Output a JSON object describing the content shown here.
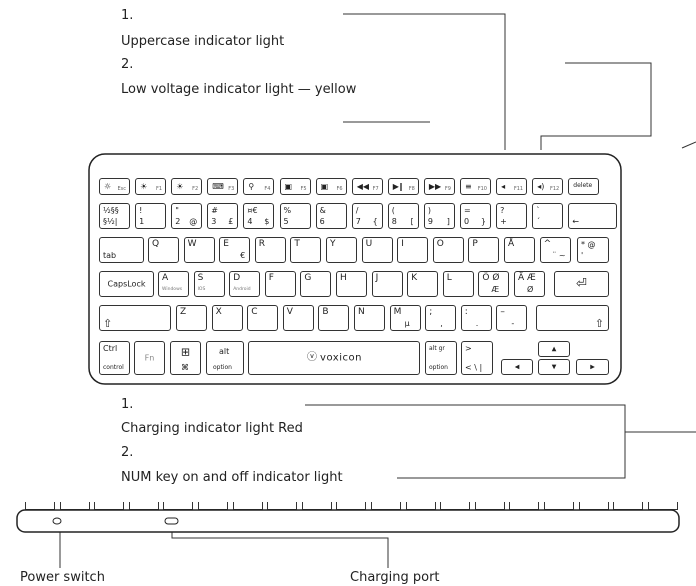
{
  "callouts": {
    "top": {
      "n1": "1.",
      "t1": "Uppercase indicator light",
      "n2": "2.",
      "t2": "Low voltage indicator light — yellow"
    },
    "middle": {
      "n1": "1.",
      "t1": "Charging indicator light Red",
      "n2": "2.",
      "t2": "NUM key on and off indicator light"
    },
    "bottom": {
      "power": "Power switch",
      "charging": "Charging port"
    }
  },
  "brand": "voxicon",
  "keyboard": {
    "fn_row": [
      {
        "icon": "☼",
        "label": "Esc",
        "sub": ""
      },
      {
        "icon": "☀",
        "label": "",
        "sub": "F1"
      },
      {
        "icon": "☀",
        "label": "",
        "sub": "F2"
      },
      {
        "icon": "⌨",
        "label": "",
        "sub": "F3"
      },
      {
        "icon": "⚲",
        "label": "",
        "sub": "F4"
      },
      {
        "icon": "▣",
        "label": "",
        "sub": "F5"
      },
      {
        "icon": "▣",
        "label": "",
        "sub": "F6"
      },
      {
        "icon": "◀◀",
        "label": "",
        "sub": "F7"
      },
      {
        "icon": "▶‖",
        "label": "",
        "sub": "F8"
      },
      {
        "icon": "▶▶",
        "label": "",
        "sub": "F9"
      },
      {
        "icon": "≡",
        "label": "",
        "sub": "F10"
      },
      {
        "icon": "◂",
        "label": "",
        "sub": "F11"
      },
      {
        "icon": "◂)",
        "label": "",
        "sub": "F12"
      },
      {
        "icon": "delete",
        "label": "",
        "sub": ""
      }
    ],
    "num_row": [
      {
        "tl": "½§§",
        "bl": "§½|",
        "tr": "",
        "br": ""
      },
      {
        "tl": "!",
        "bl": "1",
        "tr": "",
        "br": ""
      },
      {
        "tl": "\"",
        "bl": "2",
        "tr": "",
        "br": "@"
      },
      {
        "tl": "#",
        "bl": "3",
        "tr": "",
        "br": "£"
      },
      {
        "tl": "¤€",
        "bl": "4",
        "tr": "",
        "br": "$"
      },
      {
        "tl": "%",
        "bl": "5",
        "tr": "",
        "br": ""
      },
      {
        "tl": "&",
        "bl": "6",
        "tr": "",
        "br": ""
      },
      {
        "tl": "/",
        "bl": "7",
        "tr": "",
        "br": "{"
      },
      {
        "tl": "(",
        "bl": "8",
        "tr": "",
        "br": "["
      },
      {
        "tl": ")",
        "bl": "9",
        "tr": "",
        "br": "]"
      },
      {
        "tl": "=",
        "bl": "0",
        "tr": "",
        "br": "}"
      },
      {
        "tl": "?",
        "bl": "+",
        "tr": "",
        "br": ""
      },
      {
        "tl": "`",
        "bl": "´",
        "tr": "",
        "br": ""
      },
      {
        "tl": "",
        "bl": "←",
        "tr": "",
        "br": ""
      }
    ],
    "tab_row": {
      "tab": "tab",
      "keys": [
        {
          "main": "Q",
          "sub": ""
        },
        {
          "main": "W",
          "sub": ""
        },
        {
          "main": "E",
          "sub": "€"
        },
        {
          "main": "R",
          "sub": ""
        },
        {
          "main": "T",
          "sub": ""
        },
        {
          "main": "Y",
          "sub": ""
        },
        {
          "main": "U",
          "sub": ""
        },
        {
          "main": "I",
          "sub": ""
        },
        {
          "main": "O",
          "sub": ""
        },
        {
          "main": "P",
          "sub": ""
        },
        {
          "main": "Å",
          "sub": ""
        },
        {
          "main": "^",
          "sub": "¨ ~"
        }
      ],
      "last": {
        "tl": "* @",
        "bl": "'"
      }
    },
    "caps_row": {
      "caps": "CapsLock",
      "keys": [
        {
          "main": "A",
          "sub": "Windows"
        },
        {
          "main": "S",
          "sub": "IOS"
        },
        {
          "main": "D",
          "sub": "Android"
        },
        {
          "main": "F",
          "sub": ""
        },
        {
          "main": "G",
          "sub": ""
        },
        {
          "main": "H",
          "sub": ""
        },
        {
          "main": "J",
          "sub": ""
        },
        {
          "main": "K",
          "sub": ""
        },
        {
          "main": "L",
          "sub": ""
        },
        {
          "main": "Ö Ø",
          "sub": "Æ"
        },
        {
          "main": "Ä Æ",
          "sub": "Ø"
        }
      ],
      "enter": "⏎"
    },
    "shift_row": {
      "lshift": "⇧",
      "keys": [
        {
          "main": "Z",
          "sub": ""
        },
        {
          "main": "X",
          "sub": ""
        },
        {
          "main": "C",
          "sub": ""
        },
        {
          "main": "V",
          "sub": ""
        },
        {
          "main": "B",
          "sub": ""
        },
        {
          "main": "N",
          "sub": ""
        },
        {
          "main": "M",
          "sub": "μ"
        },
        {
          "main": ";",
          "sub": ","
        },
        {
          "main": ":",
          "sub": "."
        },
        {
          "main": "–",
          "sub": "-"
        }
      ],
      "rshift": "⇧"
    },
    "bottom_row": {
      "ctrl_top": "Ctrl",
      "ctrl_bottom": "control",
      "fn": "Fn",
      "win_bottom": "⌘",
      "alt_top": "alt",
      "alt_bottom": "option",
      "altgr_top": "alt gr",
      "altgr_bottom": "option",
      "angle_top": ">",
      "angle_bottom": "< \\ |",
      "up": "▲",
      "left": "◀",
      "down": "▼",
      "right": "▶"
    }
  },
  "colors": {
    "line": "#333333",
    "key_border": "#333333",
    "body_border": "#222222"
  }
}
